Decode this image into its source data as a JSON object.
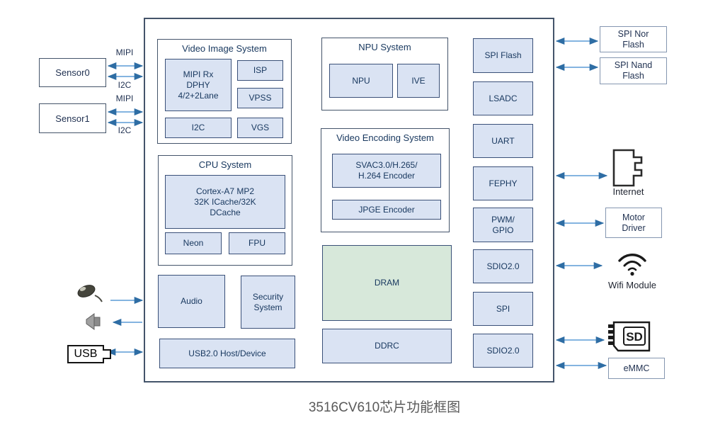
{
  "caption": "3516CV610芯片功能框图",
  "sensors": {
    "sensor0": "Sensor0",
    "sensor1": "Sensor1",
    "mipi_label": "MIPI",
    "i2c_label": "I2C"
  },
  "left_io": {
    "usb_label": "USB"
  },
  "chip": {
    "video_image_system": {
      "title": "Video Image System",
      "mipi_rx": "MIPI Rx\nDPHY\n4/2+2Lane",
      "isp": "ISP",
      "vpss": "VPSS",
      "i2c": "I2C",
      "vgs": "VGS"
    },
    "npu_system": {
      "title": "NPU System",
      "npu": "NPU",
      "ive": "IVE"
    },
    "video_encoding_system": {
      "title": "Video Encoding System",
      "svac": "SVAC3.0/H.265/\nH.264 Encoder",
      "jpge": "JPGE Encoder"
    },
    "cpu_system": {
      "title": "CPU System",
      "cortex": "Cortex-A7 MP2\n32K ICache/32K\nDCache",
      "neon": "Neon",
      "fpu": "FPU"
    },
    "audio": "Audio",
    "security_system": "Security\nSystem",
    "usb_host": "USB2.0 Host/Device",
    "dram": "DRAM",
    "ddrc": "DDRC",
    "io_blocks": [
      "SPI Flash",
      "LSADC",
      "UART",
      "FEPHY",
      "PWM/\nGPIO",
      "SDIO2.0",
      "SPI",
      "SDIO2.0"
    ]
  },
  "peripherals": {
    "spi_nor_flash": "SPI Nor\nFlash",
    "spi_nand_flash": "SPI Nand\nFlash",
    "internet": "Internet",
    "motor_driver": "Motor\nDriver",
    "wifi_module": "Wifi Module",
    "sd_label": "SD",
    "emmc": "eMMC"
  },
  "icons": {
    "microphone": "microphone-icon",
    "speaker": "speaker-icon",
    "usb_plug": "usb-plug-icon",
    "ethernet_jack": "ethernet-jack-icon",
    "wifi": "wifi-icon",
    "sd_card": "sd-card-icon"
  },
  "colors": {
    "block_fill": "#dae3f3",
    "dram_fill": "#d7e8da",
    "block_border": "#3a5078",
    "container_border": "#44546a",
    "arrow_line": "#5b9bd5",
    "arrow_head": "#2e6da4",
    "text": "#17375e",
    "caption": "#595959"
  }
}
